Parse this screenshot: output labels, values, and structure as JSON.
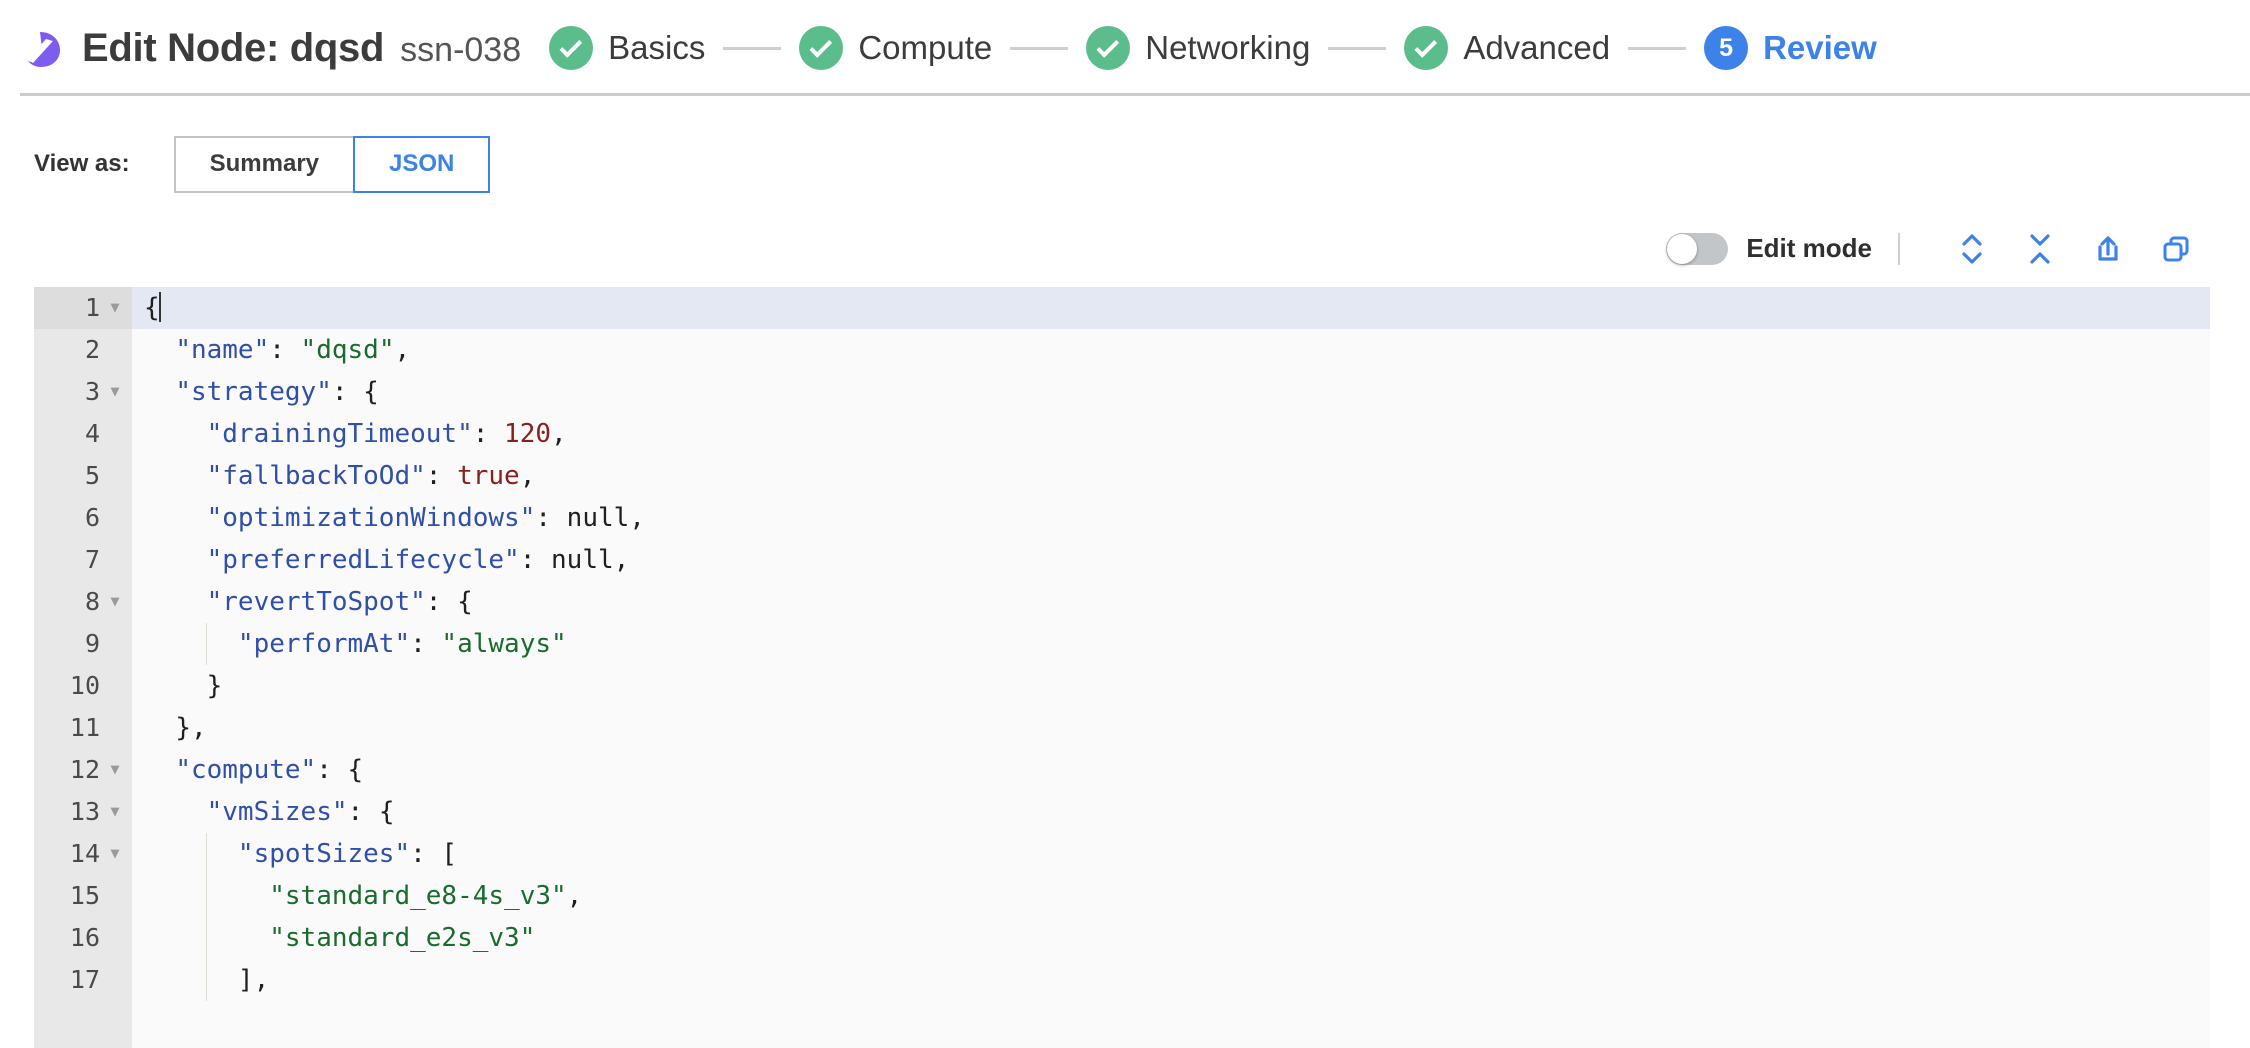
{
  "header": {
    "logo_icon": "spot-logo-icon",
    "title": "Edit Node: dqsd",
    "node_id": "ssn-038",
    "steps": [
      {
        "label": "Basics",
        "state": "done",
        "marker": "check"
      },
      {
        "label": "Compute",
        "state": "done",
        "marker": "check"
      },
      {
        "label": "Networking",
        "state": "done",
        "marker": "check"
      },
      {
        "label": "Advanced",
        "state": "done",
        "marker": "check"
      },
      {
        "label": "Review",
        "state": "active",
        "marker": "5"
      }
    ]
  },
  "view_as": {
    "label": "View as:",
    "options": [
      {
        "label": "Summary",
        "selected": false
      },
      {
        "label": "JSON",
        "selected": true
      }
    ]
  },
  "toolbar": {
    "edit_mode_label": "Edit mode",
    "edit_mode_on": false,
    "icons": [
      {
        "name": "expand-all-icon",
        "title": "Expand all"
      },
      {
        "name": "collapse-all-icon",
        "title": "Collapse all"
      },
      {
        "name": "export-icon",
        "title": "Export"
      },
      {
        "name": "copy-icon",
        "title": "Copy"
      }
    ]
  },
  "editor": {
    "active_line": 1,
    "lines": [
      {
        "n": 1,
        "fold": true,
        "indent": 0,
        "tokens": [
          {
            "t": "punc",
            "v": "{"
          }
        ],
        "caret": true
      },
      {
        "n": 2,
        "fold": false,
        "indent": 1,
        "tokens": [
          {
            "t": "key",
            "v": "\"name\""
          },
          {
            "t": "punc",
            "v": ": "
          },
          {
            "t": "str",
            "v": "\"dqsd\""
          },
          {
            "t": "punc",
            "v": ","
          }
        ]
      },
      {
        "n": 3,
        "fold": true,
        "indent": 1,
        "tokens": [
          {
            "t": "key",
            "v": "\"strategy\""
          },
          {
            "t": "punc",
            "v": ": {"
          }
        ]
      },
      {
        "n": 4,
        "fold": false,
        "indent": 2,
        "tokens": [
          {
            "t": "key",
            "v": "\"drainingTimeout\""
          },
          {
            "t": "punc",
            "v": ": "
          },
          {
            "t": "num",
            "v": "120"
          },
          {
            "t": "punc",
            "v": ","
          }
        ]
      },
      {
        "n": 5,
        "fold": false,
        "indent": 2,
        "tokens": [
          {
            "t": "key",
            "v": "\"fallbackToOd\""
          },
          {
            "t": "punc",
            "v": ": "
          },
          {
            "t": "bool",
            "v": "true"
          },
          {
            "t": "punc",
            "v": ","
          }
        ]
      },
      {
        "n": 6,
        "fold": false,
        "indent": 2,
        "tokens": [
          {
            "t": "key",
            "v": "\"optimizationWindows\""
          },
          {
            "t": "punc",
            "v": ": "
          },
          {
            "t": "null",
            "v": "null"
          },
          {
            "t": "punc",
            "v": ","
          }
        ]
      },
      {
        "n": 7,
        "fold": false,
        "indent": 2,
        "tokens": [
          {
            "t": "key",
            "v": "\"preferredLifecycle\""
          },
          {
            "t": "punc",
            "v": ": "
          },
          {
            "t": "null",
            "v": "null"
          },
          {
            "t": "punc",
            "v": ","
          }
        ]
      },
      {
        "n": 8,
        "fold": true,
        "indent": 2,
        "tokens": [
          {
            "t": "key",
            "v": "\"revertToSpot\""
          },
          {
            "t": "punc",
            "v": ": {"
          }
        ]
      },
      {
        "n": 9,
        "fold": false,
        "indent": 3,
        "tokens": [
          {
            "t": "key",
            "v": "\"performAt\""
          },
          {
            "t": "punc",
            "v": ": "
          },
          {
            "t": "str",
            "v": "\"always\""
          }
        ]
      },
      {
        "n": 10,
        "fold": false,
        "indent": 2,
        "tokens": [
          {
            "t": "punc",
            "v": "}"
          }
        ]
      },
      {
        "n": 11,
        "fold": false,
        "indent": 1,
        "tokens": [
          {
            "t": "punc",
            "v": "},"
          }
        ]
      },
      {
        "n": 12,
        "fold": true,
        "indent": 1,
        "tokens": [
          {
            "t": "key",
            "v": "\"compute\""
          },
          {
            "t": "punc",
            "v": ": {"
          }
        ]
      },
      {
        "n": 13,
        "fold": true,
        "indent": 2,
        "tokens": [
          {
            "t": "key",
            "v": "\"vmSizes\""
          },
          {
            "t": "punc",
            "v": ": {"
          }
        ]
      },
      {
        "n": 14,
        "fold": true,
        "indent": 3,
        "tokens": [
          {
            "t": "key",
            "v": "\"spotSizes\""
          },
          {
            "t": "punc",
            "v": ": ["
          }
        ]
      },
      {
        "n": 15,
        "fold": false,
        "indent": 4,
        "tokens": [
          {
            "t": "str",
            "v": "\"standard_e8-4s_v3\""
          },
          {
            "t": "punc",
            "v": ","
          }
        ]
      },
      {
        "n": 16,
        "fold": false,
        "indent": 4,
        "tokens": [
          {
            "t": "str",
            "v": "\"standard_e2s_v3\""
          }
        ]
      },
      {
        "n": 17,
        "fold": false,
        "indent": 3,
        "tokens": [
          {
            "t": "punc",
            "v": "],"
          }
        ]
      }
    ]
  },
  "colors": {
    "logo_purple": "#7d5cf0",
    "step_done_green": "#5cbd8c",
    "step_active_blue": "#3c82e8",
    "accent_blue": "#3c82e8",
    "json_key": "#2f4fa8",
    "json_string": "#1a6b2e",
    "json_number": "#8a1f1f",
    "editor_bg": "#fafafa",
    "gutter_bg": "#e8e8e8",
    "active_line_bg": "#e3e8f2"
  }
}
